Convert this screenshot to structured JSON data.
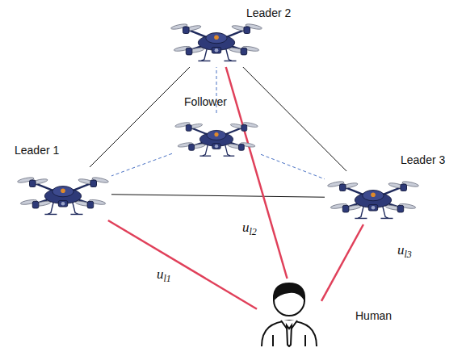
{
  "diagram": {
    "nodes": [
      {
        "text": [
          "Leader 2"
        ]
      },
      {
        "text": [
          "Follower"
        ]
      },
      {
        "text": [
          "Leader 1"
        ]
      },
      {
        "text": [
          "Leader 3"
        ]
      },
      {
        "text": [
          "Human"
        ]
      }
    ],
    "edges": [
      {
        "from": 2,
        "to": 0,
        "arrow": "none"
      },
      {
        "from": 0,
        "to": 3,
        "arrow": "none"
      },
      {
        "from": 2,
        "to": 3,
        "arrow": "none"
      },
      {
        "from": 1,
        "to": 0,
        "arrow": "none"
      },
      {
        "from": 1,
        "to": 2,
        "arrow": "none"
      },
      {
        "from": 1,
        "to": 3,
        "arrow": "none"
      },
      {
        "from": 4,
        "to": 2,
        "label": "ul1",
        "arrow": "none"
      },
      {
        "from": 4,
        "to": 0,
        "label": "ul2",
        "arrow": "none"
      },
      {
        "from": 4,
        "to": 3,
        "label": "ul3",
        "arrow": "none"
      }
    ]
  }
}
